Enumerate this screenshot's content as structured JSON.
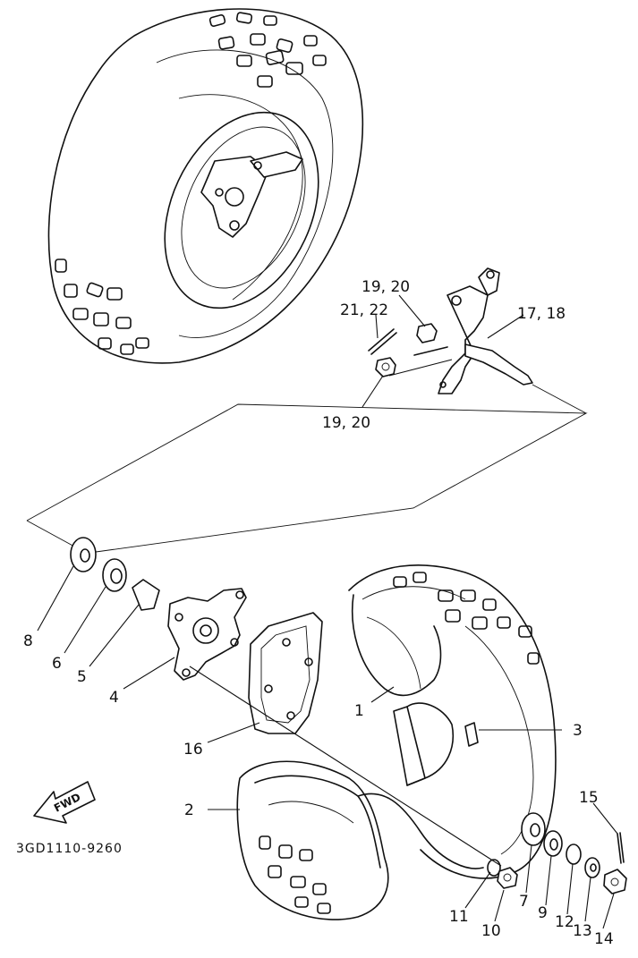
{
  "labels": {
    "p1": "1",
    "p2": "2",
    "p3": "3",
    "p4": "4",
    "p5": "5",
    "p6": "6",
    "p7": "7",
    "p8": "8",
    "p9": "9",
    "p10": "10",
    "p11": "11",
    "p12": "12",
    "p13": "13",
    "p14": "14",
    "p15": "15",
    "p16": "16",
    "p17_18": "17, 18",
    "p19_20_top": "19, 20",
    "p19_20_bottom": "19, 20",
    "p21_22": "21, 22"
  },
  "fwd_arrow": "FWD",
  "drawing_code": "3GD1110-9260"
}
